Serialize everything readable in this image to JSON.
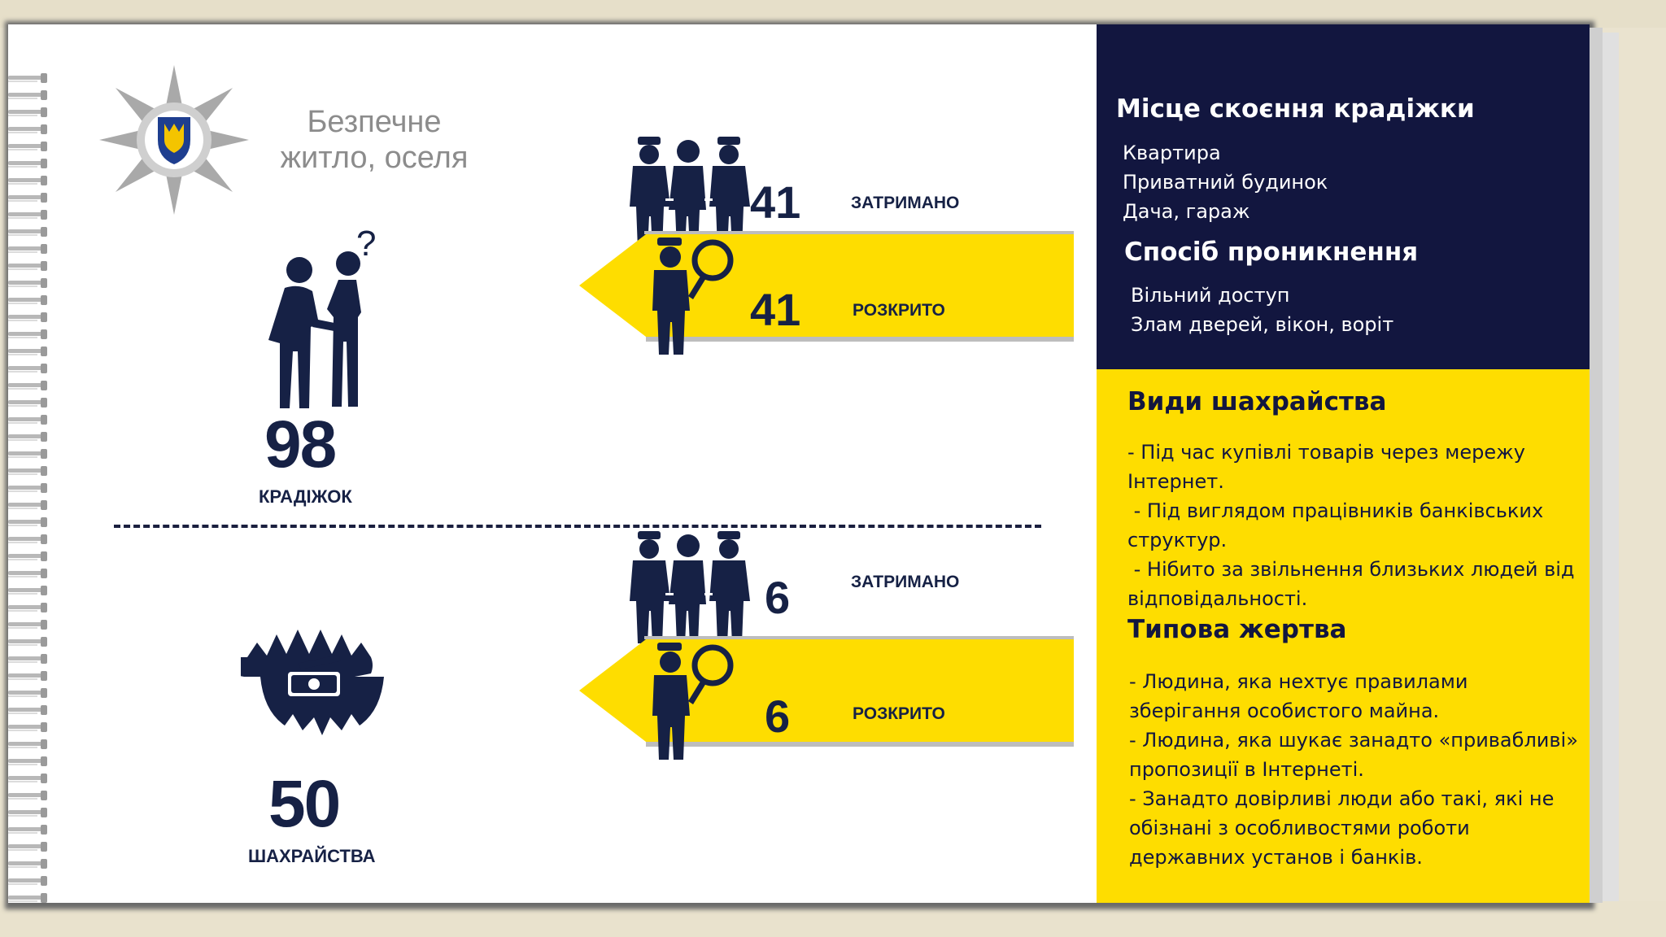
{
  "header": {
    "title_line1": "Безпечне",
    "title_line2": "житло, оселя"
  },
  "thefts": {
    "total": "98",
    "total_label": "КРАДІЖОК",
    "detained": {
      "value": "41",
      "label": "ЗАТРИМАНО"
    },
    "solved": {
      "value": "41",
      "label": "РОЗКРИТО"
    }
  },
  "frauds": {
    "total": "50",
    "total_label": "ШАХРАЙСТВА",
    "detained": {
      "value": "6",
      "label": "ЗАТРИМАНО"
    },
    "solved": {
      "value": "6",
      "label": "РОЗКРИТО"
    }
  },
  "navy_panel": {
    "place_heading": "Місце скоєння крадіжки",
    "places": [
      "Квартира",
      "Приватний будинок",
      "Дача, гараж"
    ],
    "entry_heading": "Спосіб проникнення",
    "entries": [
      "Вільний доступ",
      "Злам дверей, вікон, воріт"
    ]
  },
  "yellow_panel": {
    "fraud_heading": "Види шахрайства",
    "fraud_lines": [
      "- Під час купівлі товарів через мережу",
      "Інтернет.",
      " - Під виглядом працівників банківських",
      "структур.",
      " - Нібито за звільнення близьких людей від",
      "відповідальності."
    ],
    "victim_heading": "Типова жертва",
    "victim_lines": [
      "- Людина, яка нехтує правилами",
      "зберігання особистого майна.",
      "- Людина, яка шукає занадто «привабливі»",
      "пропозиції в Інтернеті.",
      "- Занадто довірливі люди або такі, які не",
      "обізнані з особливостями роботи",
      "державних установ і банків."
    ]
  },
  "colors": {
    "navy": "#12163f",
    "yellow": "#fedd00",
    "ink": "#162145",
    "title_gray": "#8c8c8c"
  },
  "icons": [
    "police-star-emblem-icon",
    "pickpocket-icon",
    "bear-trap-money-icon",
    "police-detaining-icon",
    "police-magnifier-icon"
  ]
}
